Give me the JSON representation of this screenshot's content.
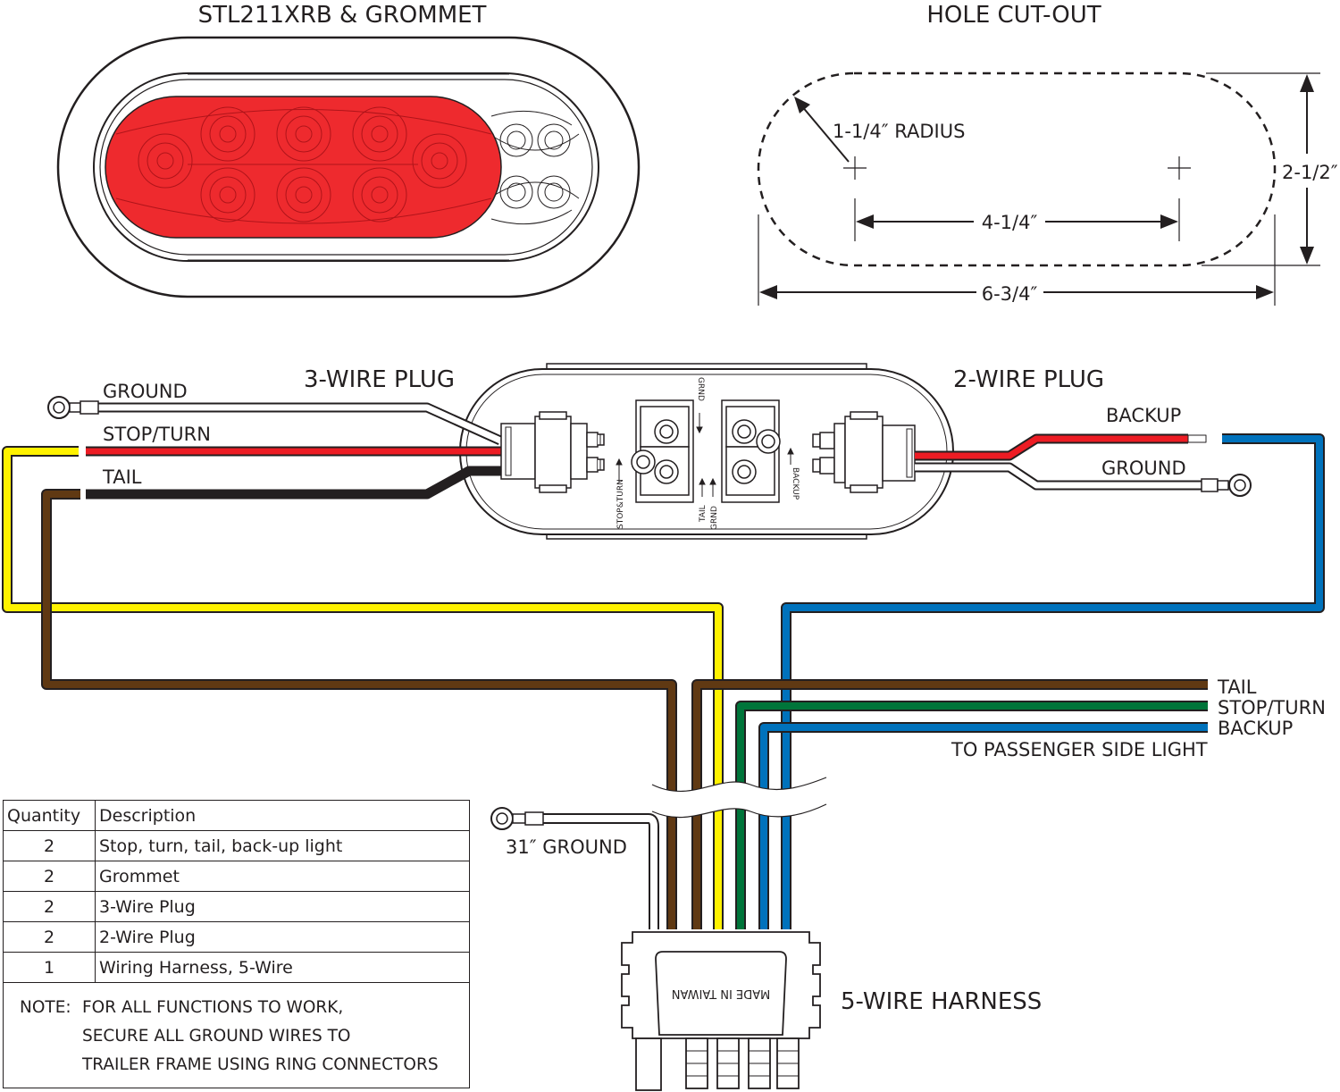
{
  "titles": {
    "light": "STL211XRB & GROMMET",
    "hole": "HOLE CUT-OUT",
    "harness": "5-WIRE HARNESS",
    "plug3": "3-WIRE PLUG",
    "plug2": "2-WIRE PLUG"
  },
  "dimensions": {
    "radius": "1-1/4″ RADIUS",
    "center_spacing": "4-1/4″",
    "height": "2-1/2″",
    "width": "6-3/4″"
  },
  "wire_labels": {
    "ground_3": "GROUND",
    "stop_turn_3": "STOP/TURN",
    "tail_3": "TAIL",
    "backup_2": "BACKUP",
    "ground_2": "GROUND",
    "tail_out": "TAIL",
    "stop_turn_out": "STOP/TURN",
    "backup_out": "BACKUP",
    "passenger": "TO PASSENGER SIDE LIGHT",
    "ground_31": "31″ GROUND"
  },
  "socket_labels": {
    "grnd_top": "GRND",
    "stop_turn": "STOP&TURN",
    "tail": "TAIL",
    "grnd_bottom": "GRND",
    "backup": "BACKUP"
  },
  "harness_text": "MADE IN TAIWAN",
  "parts_table": {
    "headers": [
      "Quantity",
      "Description"
    ],
    "rows": [
      {
        "qty": "2",
        "desc": "Stop, turn, tail, back-up light"
      },
      {
        "qty": "2",
        "desc": "Grommet"
      },
      {
        "qty": "2",
        "desc": "3-Wire Plug"
      },
      {
        "qty": "2",
        "desc": "2-Wire Plug"
      },
      {
        "qty": "1",
        "desc": "Wiring Harness, 5-Wire"
      }
    ]
  },
  "note": {
    "label": "NOTE:",
    "lines": [
      "FOR ALL FUNCTIONS TO WORK,",
      "SECURE ALL GROUND WIRES TO",
      "TRAILER FRAME USING RING CONNECTORS"
    ]
  },
  "colors": {
    "red": "#ed1c24",
    "yellow": "#fff200",
    "brown": "#603913",
    "blue": "#0072bc",
    "green": "#00753a",
    "black": "#231f20",
    "lens_red": "#ee2a2e"
  }
}
